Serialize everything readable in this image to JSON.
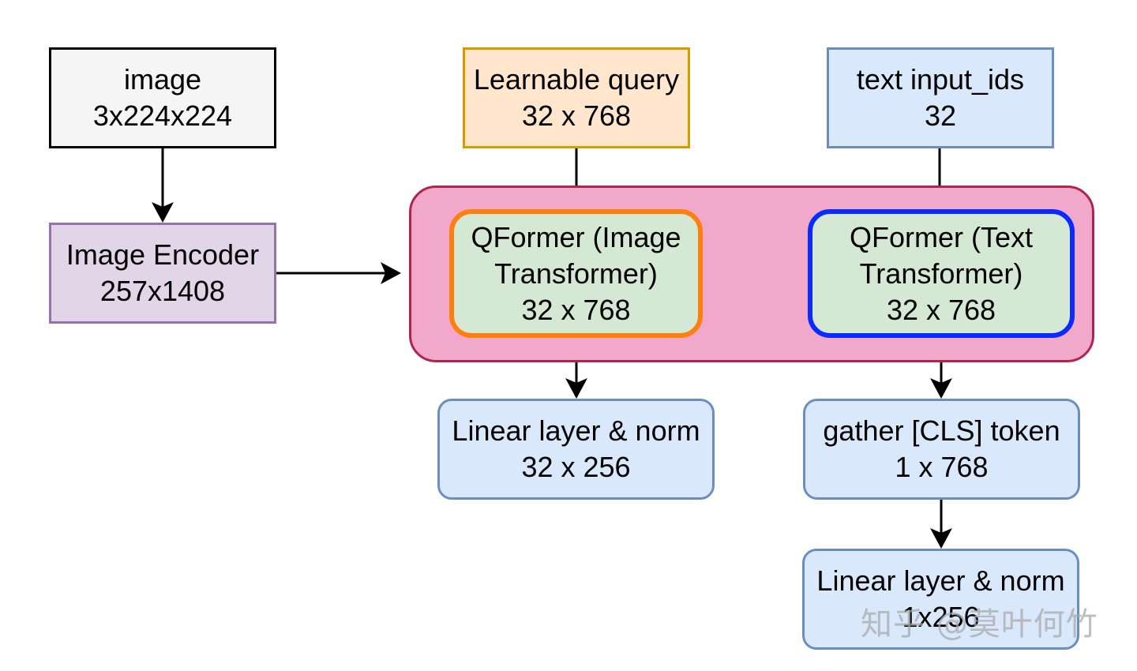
{
  "diagram": {
    "nodes": {
      "image": {
        "lines": [
          "image",
          "3x224x224"
        ]
      },
      "image_encoder": {
        "lines": [
          "Image Encoder",
          "257x1408"
        ]
      },
      "learnable_query": {
        "lines": [
          "Learnable query",
          "32 x 768"
        ]
      },
      "text_input_ids": {
        "lines": [
          "text input_ids",
          "32"
        ]
      },
      "qformer_image": {
        "lines": [
          "QFormer (Image",
          "Transformer)",
          "32 x 768"
        ]
      },
      "qformer_text": {
        "lines": [
          "QFormer (Text",
          "Transformer)",
          "32 x 768"
        ]
      },
      "linear_norm_image": {
        "lines": [
          "Linear layer & norm",
          "32 x 256"
        ]
      },
      "gather_cls": {
        "lines": [
          "gather [CLS] token",
          "1 x 768"
        ]
      },
      "linear_norm_text": {
        "lines": [
          "Linear layer & norm",
          "1x256"
        ]
      }
    },
    "edges": [
      {
        "from": "image",
        "to": "image_encoder"
      },
      {
        "from": "image_encoder",
        "to": "qformer_group"
      },
      {
        "from": "learnable_query",
        "to": "qformer_image"
      },
      {
        "from": "text_input_ids",
        "to": "qformer_text"
      },
      {
        "from": "qformer_image",
        "to": "linear_norm_image"
      },
      {
        "from": "qformer_text",
        "to": "gather_cls"
      },
      {
        "from": "gather_cls",
        "to": "linear_norm_text"
      }
    ],
    "colors": {
      "image_fill": "#f5f5f5",
      "encoder_fill": "#e1d5e7",
      "query_fill": "#ffe6cc",
      "blue_fill": "#dae8fc",
      "group_fill": "#f2a8cb",
      "qformer_fill": "#d5e8d4",
      "qformer_image_border": "#ff7f0e",
      "qformer_text_border": "#0a2bff"
    }
  },
  "watermark": {
    "text": "知乎 @莫叶何竹"
  }
}
